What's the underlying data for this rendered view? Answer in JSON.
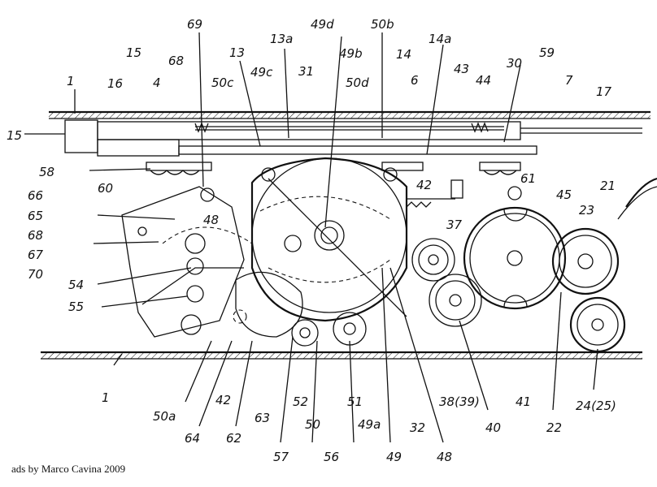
{
  "labels": {
    "l1_top": "1",
    "l1_bottom": "1",
    "l4": "4",
    "l6": "6",
    "l7": "7",
    "l13": "13",
    "l13a": "13a",
    "l14": "14",
    "l14a": "14a",
    "l15_a": "15",
    "l15_b": "15",
    "l16": "16",
    "l17": "17",
    "l21": "21",
    "l22": "22",
    "l23": "23",
    "l24_25": "24(25)",
    "l30": "30",
    "l31": "31",
    "l32": "32",
    "l37": "37",
    "l38_39": "38(39)",
    "l40": "40",
    "l41": "41",
    "l42_a": "42",
    "l42_b": "42",
    "l43": "43",
    "l44": "44",
    "l45": "45",
    "l48_a": "48",
    "l48_b": "48",
    "l49": "49",
    "l49a": "49a",
    "l49b": "49b",
    "l49c": "49c",
    "l49d": "49d",
    "l50": "50",
    "l50a": "50a",
    "l50b": "50b",
    "l50c": "50c",
    "l50d": "50d",
    "l51": "51",
    "l52": "52",
    "l54": "54",
    "l55": "55",
    "l56": "56",
    "l57": "57",
    "l58": "58",
    "l59": "59",
    "l60": "60",
    "l61": "61",
    "l62": "62",
    "l63": "63",
    "l64": "64",
    "l65": "65",
    "l66": "66",
    "l67": "67",
    "l68_a": "68",
    "l68_b": "68",
    "l69": "69",
    "l70": "70"
  },
  "credit": "ads by Marco Cavina 2009"
}
